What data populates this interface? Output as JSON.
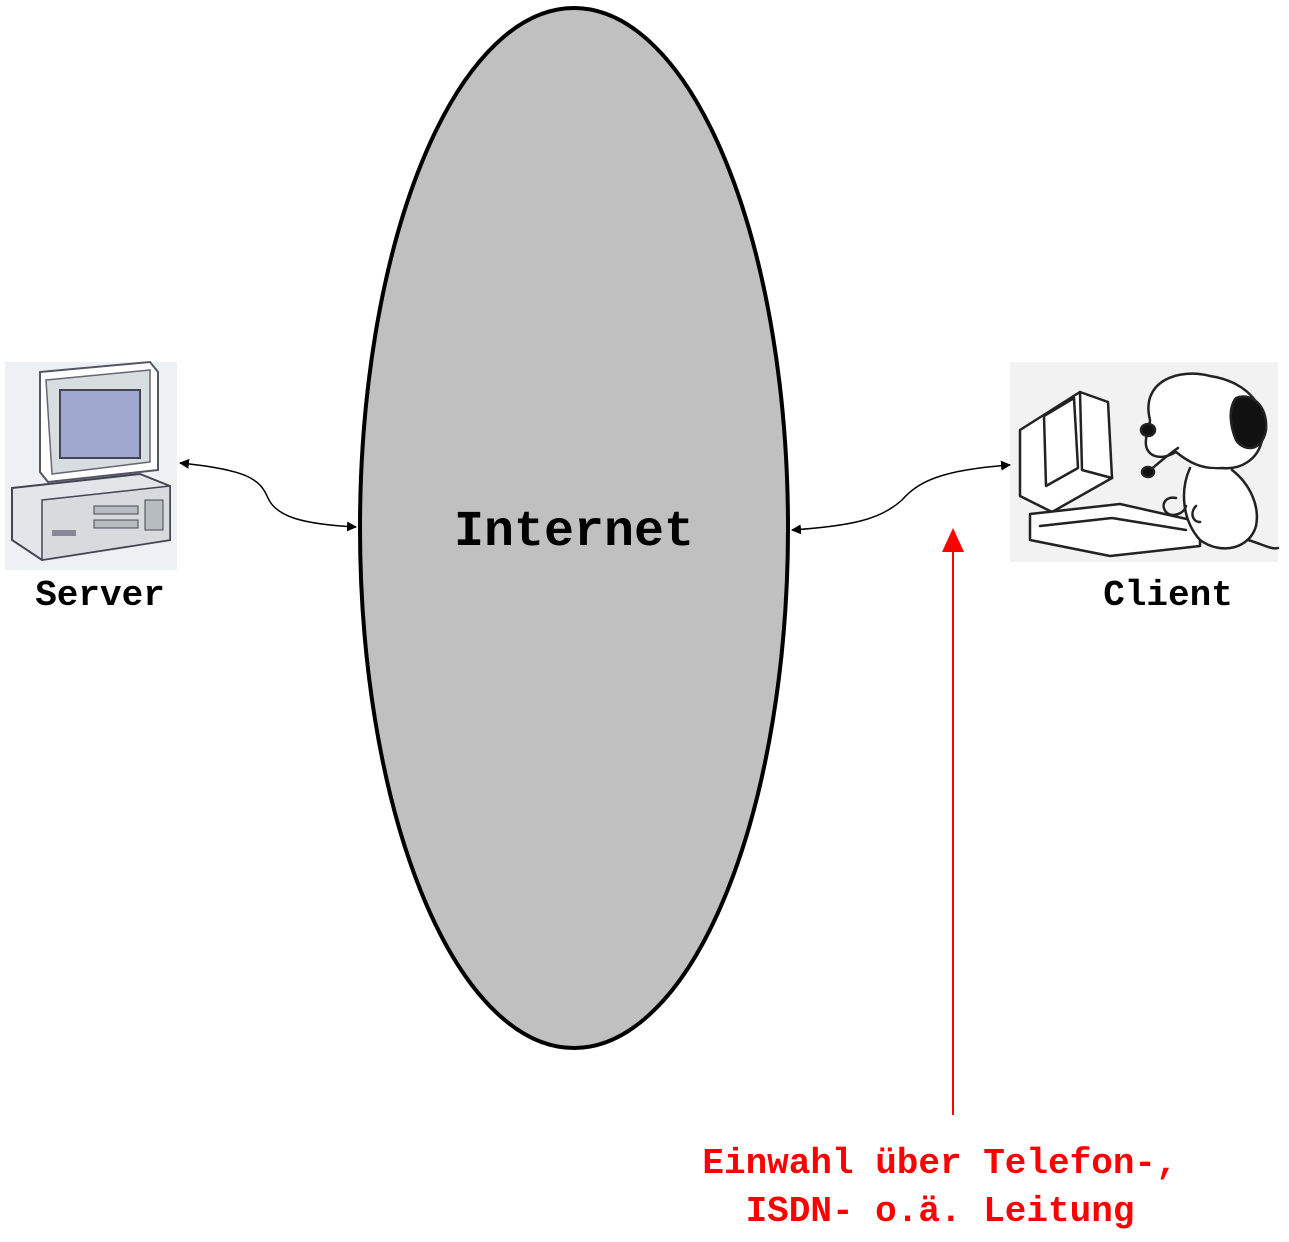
{
  "diagram": {
    "internet_label": "Internet",
    "server_label": "Server",
    "client_label": "Client",
    "dialup_note": {
      "line1": "Einwahl über Telefon-,",
      "line2": "ISDN- o.ä. Leitung"
    }
  },
  "colors": {
    "cloud_fill": "#c0c0c0",
    "outline": "#000000",
    "note": "#ff0000",
    "background": "#ffffff"
  },
  "icons": {
    "server": "desktop-computer-icon",
    "client": "snoopy-at-computer-icon"
  }
}
